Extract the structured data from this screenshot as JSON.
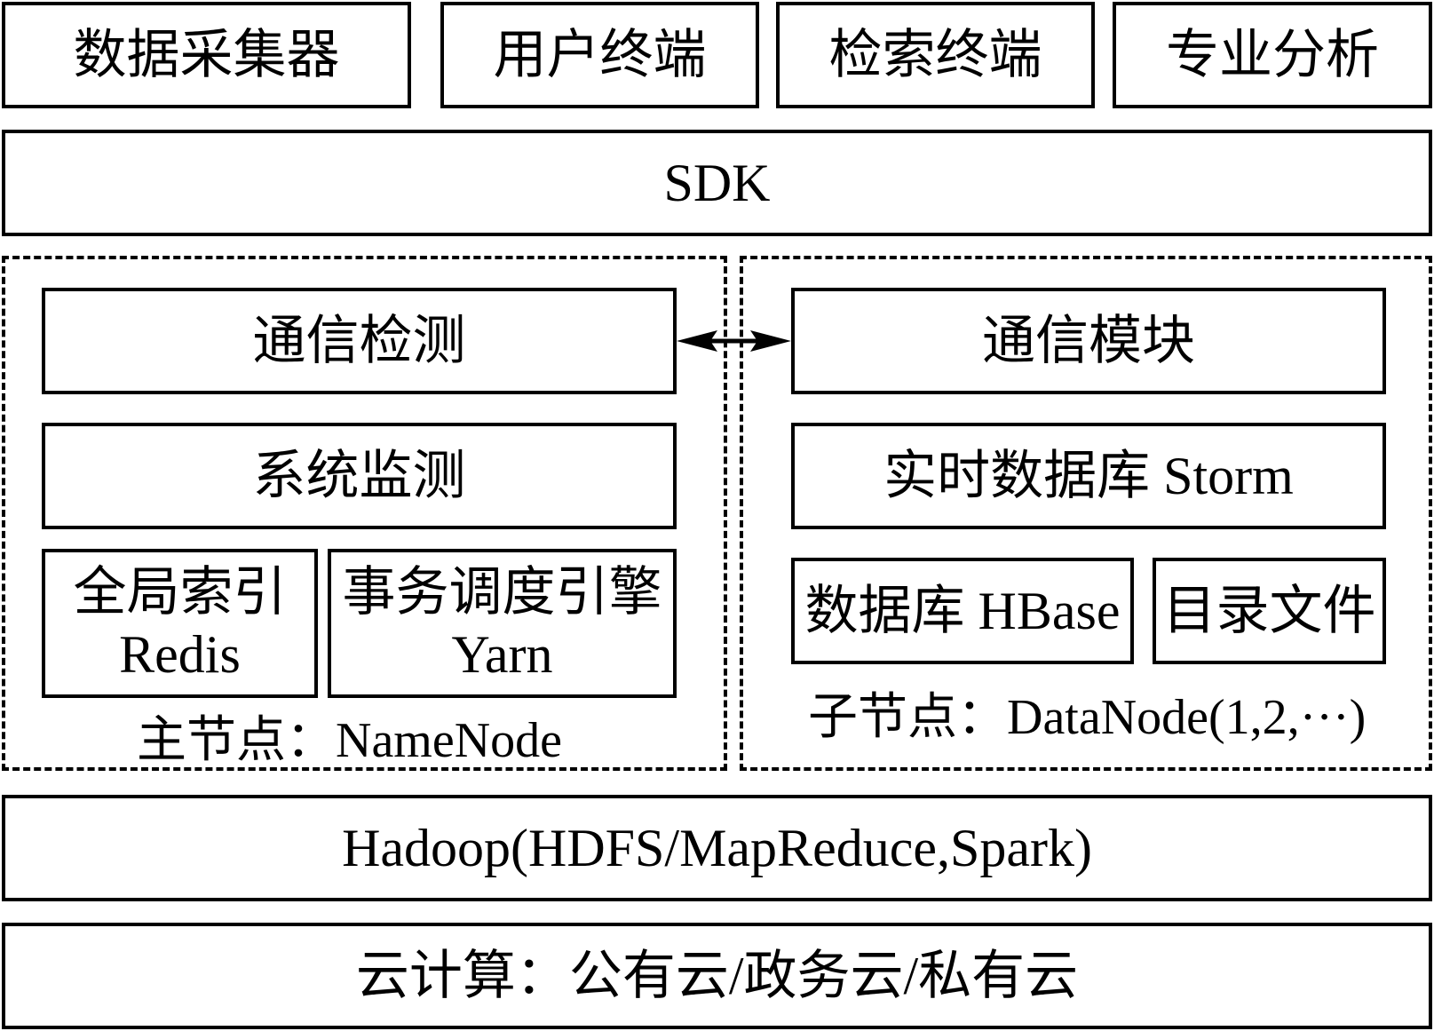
{
  "top_row": [
    "数据采集器",
    "用户终端",
    "检索终端",
    "专业分析"
  ],
  "sdk": "SDK",
  "master": {
    "caption": "主节点：NameNode",
    "comm_detect": "通信检测",
    "sys_monitor": "系统监测",
    "global_index_line1": "全局索引",
    "global_index_line2": "Redis",
    "scheduler_line1": "事务调度引擎",
    "scheduler_line2": "Yarn"
  },
  "data_node": {
    "caption": "子节点：DataNode(1,2,···)",
    "comm_module": "通信模块",
    "realtime_db": "实时数据库 Storm",
    "hbase": "数据库 HBase",
    "dir_files": "目录文件"
  },
  "hadoop": "Hadoop(HDFS/MapReduce,Spark)",
  "cloud": "云计算：公有云/政务云/私有云"
}
